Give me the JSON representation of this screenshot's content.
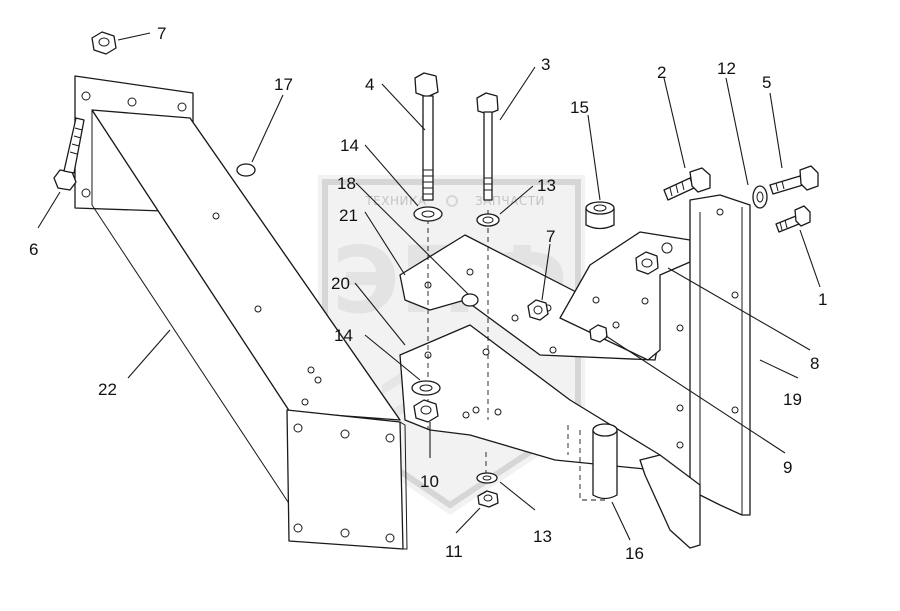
{
  "watermark": {
    "logo_text": "ЭПФ",
    "left_text": "ТЕХНИКА",
    "right_text": "ЗАПЧАСТИ"
  },
  "callouts": [
    {
      "id": "c1",
      "label": "1"
    },
    {
      "id": "c2",
      "label": "2"
    },
    {
      "id": "c3",
      "label": "3"
    },
    {
      "id": "c4",
      "label": "4"
    },
    {
      "id": "c5",
      "label": "5"
    },
    {
      "id": "c6",
      "label": "6"
    },
    {
      "id": "c7a",
      "label": "7"
    },
    {
      "id": "c7b",
      "label": "7"
    },
    {
      "id": "c8",
      "label": "8"
    },
    {
      "id": "c9",
      "label": "9"
    },
    {
      "id": "c10",
      "label": "10"
    },
    {
      "id": "c11",
      "label": "11"
    },
    {
      "id": "c12",
      "label": "12"
    },
    {
      "id": "c13a",
      "label": "13"
    },
    {
      "id": "c13b",
      "label": "13"
    },
    {
      "id": "c14a",
      "label": "14"
    },
    {
      "id": "c14b",
      "label": "14"
    },
    {
      "id": "c15",
      "label": "15"
    },
    {
      "id": "c16",
      "label": "16"
    },
    {
      "id": "c17",
      "label": "17"
    },
    {
      "id": "c18",
      "label": "18"
    },
    {
      "id": "c19",
      "label": "19"
    },
    {
      "id": "c20",
      "label": "20"
    },
    {
      "id": "c21",
      "label": "21"
    },
    {
      "id": "c22",
      "label": "22"
    }
  ]
}
